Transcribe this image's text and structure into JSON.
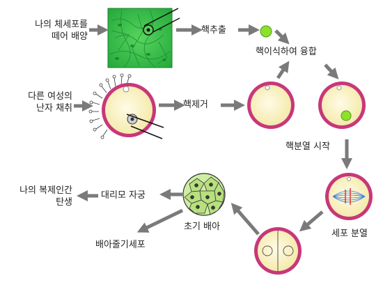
{
  "labels": {
    "culture": [
      "나의 체세포를",
      "떼어 배양"
    ],
    "egg": [
      "다른 여성의",
      "난자 채취"
    ],
    "extract_nucleus": "핵추출",
    "fusion": "핵이식하여 융합",
    "enucleation": "핵제거",
    "division_start": "핵분열 시작",
    "cell_division": "세포 분열",
    "early_embryo": "초기 배아",
    "surrogate": "대리모 자궁",
    "birth": [
      "나의 복제인간",
      "탄생"
    ],
    "stem_cell": "배아줄기세포"
  },
  "colors": {
    "arrow": "#7a7a7a",
    "zona": "#c8377a",
    "cytoplasm": "#fbf4cf",
    "culture_green": "#2fb84a",
    "nucleus_green": "#8ee02a"
  }
}
